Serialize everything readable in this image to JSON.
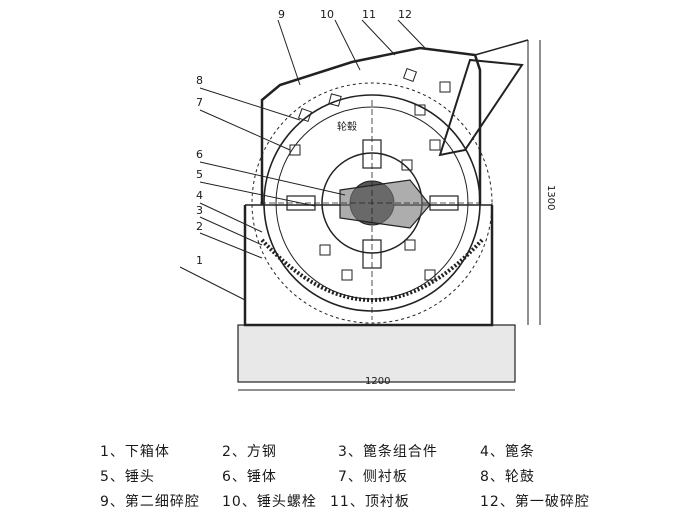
{
  "diagram": {
    "callouts": [
      "1",
      "2",
      "3",
      "4",
      "5",
      "6",
      "7",
      "8",
      "9",
      "10",
      "11",
      "12"
    ],
    "dim_height": "1300",
    "dim_width": "1200",
    "inner_label": "轮毂"
  },
  "legend": [
    {
      "num": "1、",
      "label": "下箱体"
    },
    {
      "num": "2、",
      "label": "方钢"
    },
    {
      "num": "3、",
      "label": "篦条组合件"
    },
    {
      "num": "4、",
      "label": "篦条"
    },
    {
      "num": "5、",
      "label": "锤头"
    },
    {
      "num": "6、",
      "label": "锤体"
    },
    {
      "num": "7、",
      "label": "侧衬板"
    },
    {
      "num": "8、",
      "label": "轮鼓"
    },
    {
      "num": "9、",
      "label": "第二细碎腔"
    },
    {
      "num": "10、",
      "label": "锤头螺栓"
    },
    {
      "num": "11、",
      "label": "顶衬板"
    },
    {
      "num": "12、",
      "label": "第一破碎腔"
    }
  ]
}
